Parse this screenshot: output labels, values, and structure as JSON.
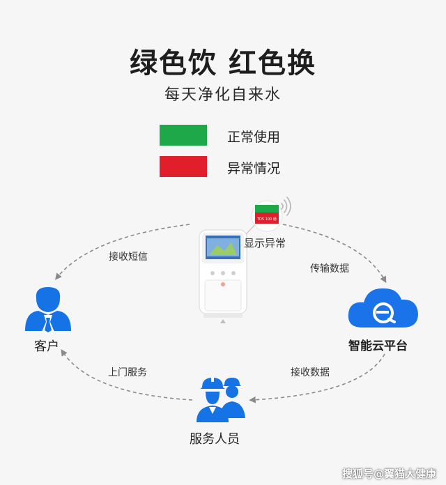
{
  "header": {
    "title": "绿色饮 红色换",
    "subtitle": "每天净化自来水"
  },
  "legend": [
    {
      "label": "正常使用",
      "color": "#1fa84a"
    },
    {
      "label": "异常情况",
      "color": "#e11e2b"
    }
  ],
  "device": {
    "status_label": "显示异常",
    "screen_text": "TDS 100 通"
  },
  "nodes": {
    "customer": "客户",
    "cloud": "智能云平台",
    "service": "服务人员"
  },
  "flows": {
    "device_to_cloud": "传输数据",
    "device_to_customer": "接收短信",
    "cloud_to_service": "接收数据",
    "service_to_customer": "上门服务"
  },
  "colors": {
    "icon_blue": "#1673e6",
    "cloud_blue": "#1a73e8",
    "arrow_gray": "#8a8a8a"
  },
  "watermark": "搜狐号@翼猫大健康"
}
